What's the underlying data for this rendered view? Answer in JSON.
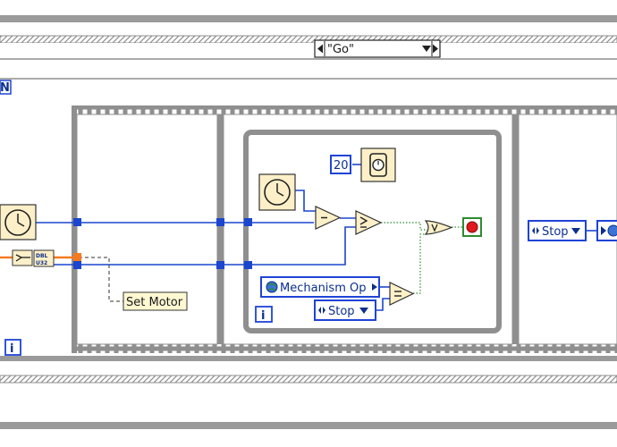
{
  "case_structure": {
    "selector_value": "\"Go\""
  },
  "labels": {
    "set_motor": "Set Motor",
    "wait_constant": "20",
    "mechanism_op": "Mechanism Op",
    "stop_enum_inner": "Stop",
    "stop_enum_right": "Stop",
    "iteration_terminal": "i",
    "loop_tunnel_n": "N",
    "dbl_type": "DBL",
    "u32_type": "U32"
  },
  "colors": {
    "structure_gray": "#8f8f8f",
    "wire_blue": "#1b46cf",
    "wire_orange": "#f47a1f",
    "wire_green": "#2e8b2e",
    "node_fill": "#fdf0c8",
    "enum_blue": "#1f44d6"
  },
  "icons": [
    "clock-icon",
    "watch-icon",
    "globe-icon",
    "stop-indicator-icon"
  ]
}
